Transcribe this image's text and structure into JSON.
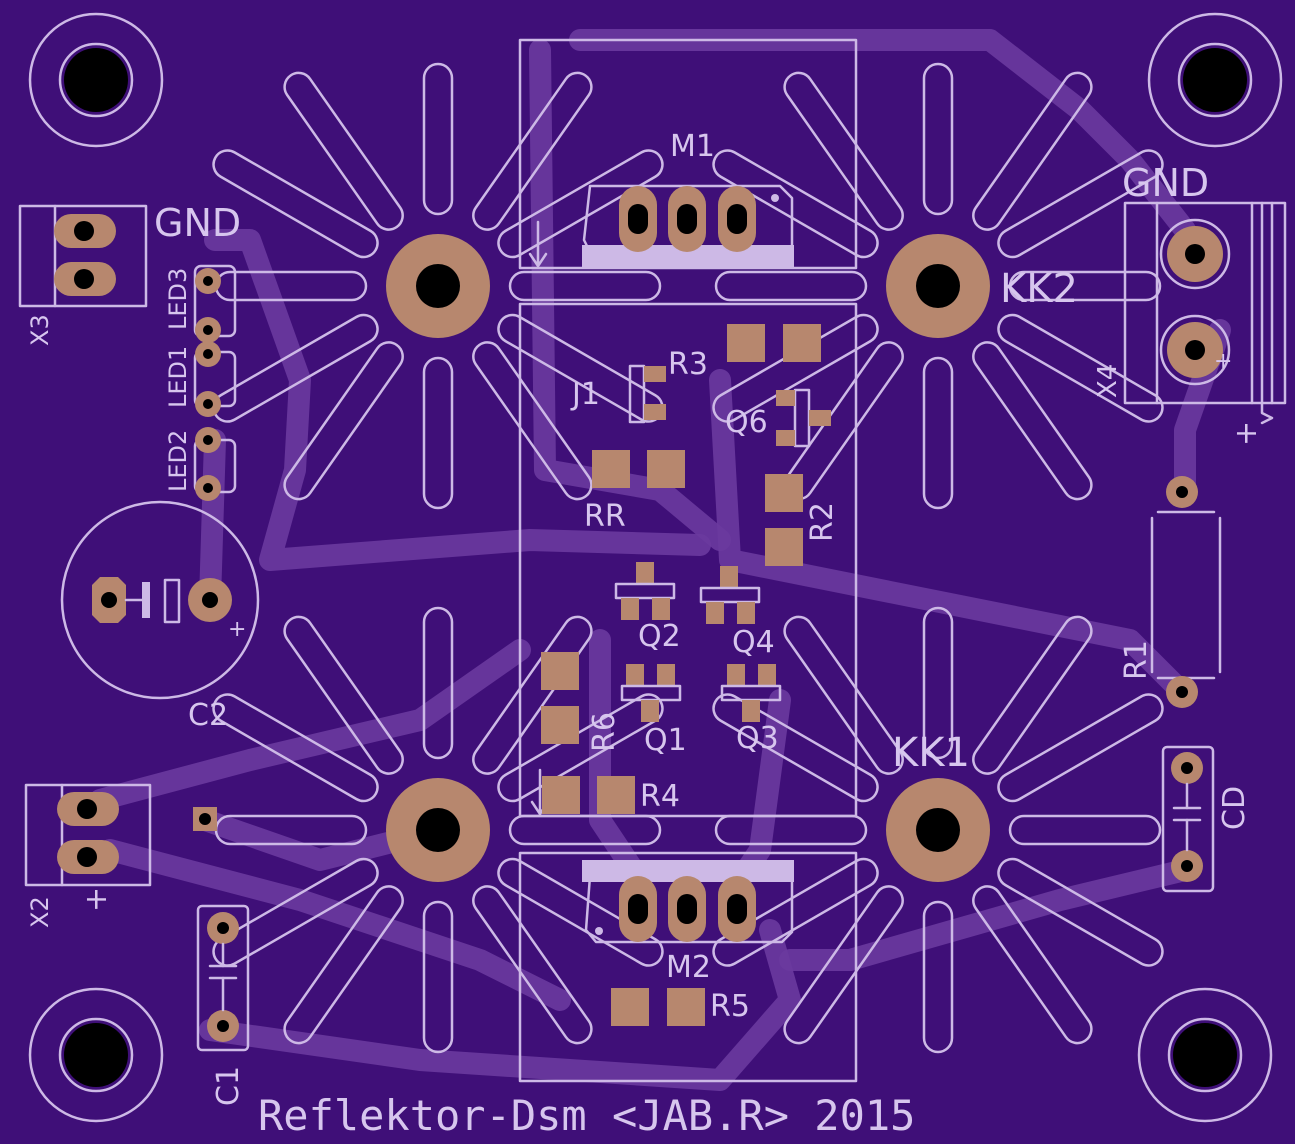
{
  "board": {
    "background": "#3f0f78",
    "silk_color": "#cdb9e6",
    "copper_color": "#b7876e",
    "trace_color": "#6a3a9e",
    "footer_text": "Reflektor-Dsm <JAB.R> 2015"
  },
  "heatsinks": [
    {
      "label": "KK2"
    },
    {
      "label": "KK1"
    }
  ],
  "connectors": {
    "x3": {
      "ref": "X3",
      "pin_label": "GND"
    },
    "x4": {
      "ref": "X4",
      "pin_label": "GND",
      "plus": "+"
    },
    "x2": {
      "ref": "X2",
      "plus": "+"
    }
  },
  "leds": [
    "LED3",
    "LED1",
    "LED2"
  ],
  "components": {
    "m1": "M1",
    "m2": "M2",
    "j1": "J1",
    "r3": "R3",
    "q6": "Q6",
    "rr": "RR",
    "r2": "R2",
    "q2": "Q2",
    "q4": "Q4",
    "q1": "Q1",
    "q3": "Q3",
    "r6": "R6",
    "r4": "R4",
    "r5": "R5",
    "r1": "R1",
    "c1": "C1",
    "c2": "C2",
    "c2_plus": "+",
    "cd": "CD"
  }
}
